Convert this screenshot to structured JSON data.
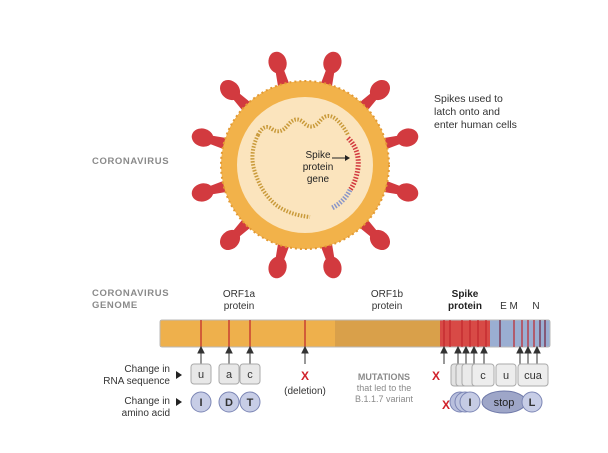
{
  "virus": {
    "section_label": "CORONAVIRUS",
    "callout": [
      "Spikes used to",
      "latch onto and",
      "enter human cells"
    ],
    "spike_label": [
      "Spike",
      "protein",
      "gene"
    ],
    "colors": {
      "envelope": "#f2b24a",
      "spike": "#d23a3f",
      "rna": "#c99a3a"
    }
  },
  "genome": {
    "section_label": [
      "CORONAVIRUS",
      "GENOME"
    ],
    "genes": [
      {
        "key": "orf1a",
        "lines": [
          "ORF1a",
          "protein"
        ]
      },
      {
        "key": "orf1b",
        "lines": [
          "ORF1b",
          "protein"
        ]
      },
      {
        "key": "spike",
        "lines": [
          "Spike",
          "protein"
        ]
      },
      {
        "key": "em",
        "lines": [
          "E M"
        ]
      },
      {
        "key": "n",
        "lines": [
          "N"
        ]
      }
    ],
    "colors": {
      "orf1a": "#eeb04c",
      "orf1b": "#d9a04a",
      "spike": "#d84a46",
      "tail": "#9aaed2"
    }
  },
  "legend": {
    "rna_label": [
      "Change in",
      "RNA sequence"
    ],
    "aa_label": [
      "Change in",
      "amino acid"
    ],
    "arrow": "▶"
  },
  "mutations": {
    "title": [
      "MUTATIONS",
      "that led to the",
      "B.1.1.7 variant"
    ],
    "deletion_mark": "X",
    "deletion_label": "(deletion)",
    "orf_rna": [
      "u",
      "a",
      "c"
    ],
    "orf_aa": [
      "I",
      "D",
      "T"
    ],
    "spike_rna": [
      "c",
      "u",
      "cua"
    ],
    "spike_aa": [
      "I",
      "stop",
      "L"
    ]
  }
}
